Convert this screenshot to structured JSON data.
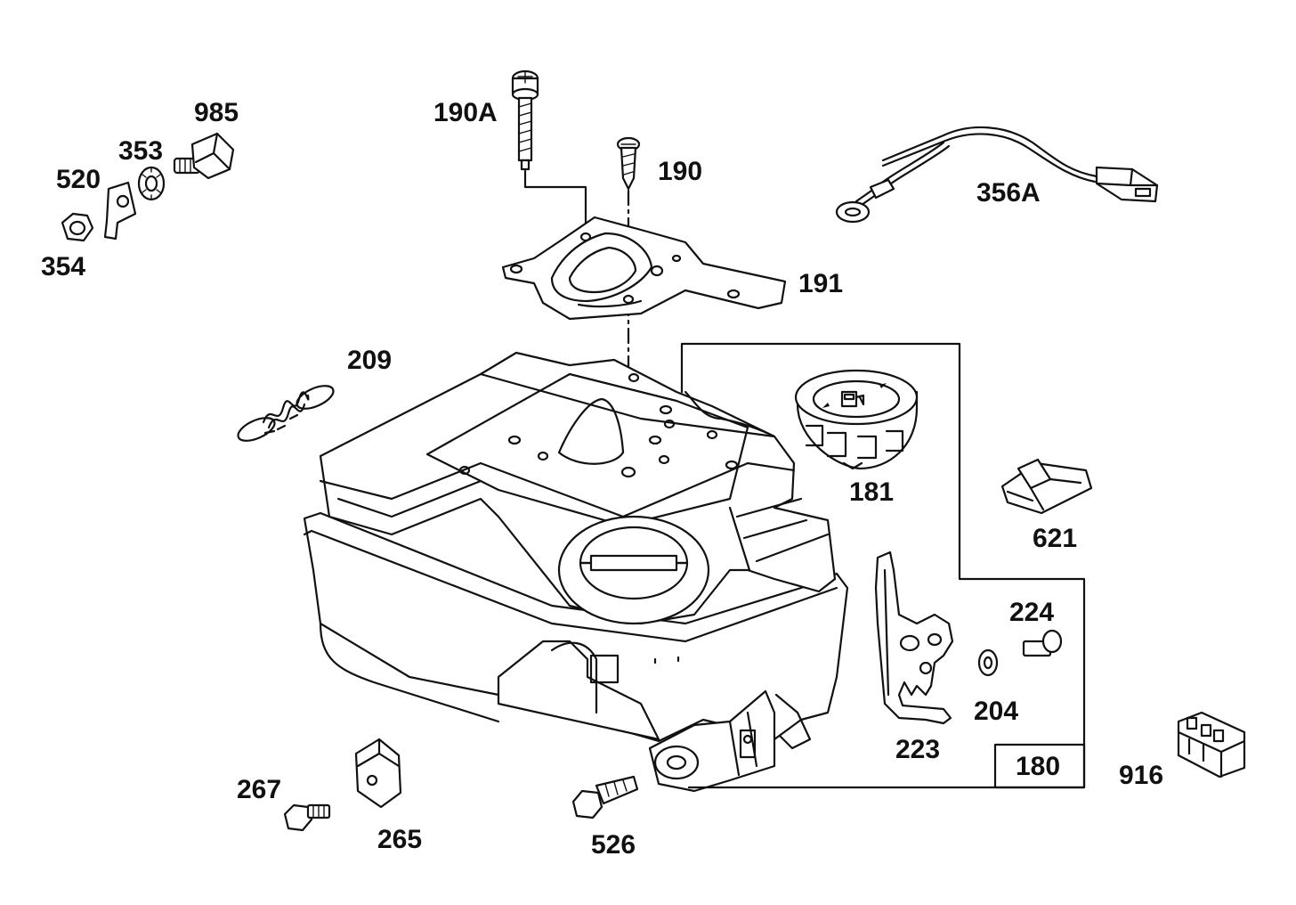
{
  "diagram": {
    "labels": {
      "p985": "985",
      "p353": "353",
      "p520": "520",
      "p354": "354",
      "p190a": "190A",
      "p190": "190",
      "p356a": "356A",
      "p191": "191",
      "p209": "209",
      "p181": "181",
      "p621": "621",
      "p224": "224",
      "p204": "204",
      "p223": "223",
      "p180": "180",
      "p916": "916",
      "p267": "267",
      "p265": "265",
      "p526": "526"
    }
  }
}
